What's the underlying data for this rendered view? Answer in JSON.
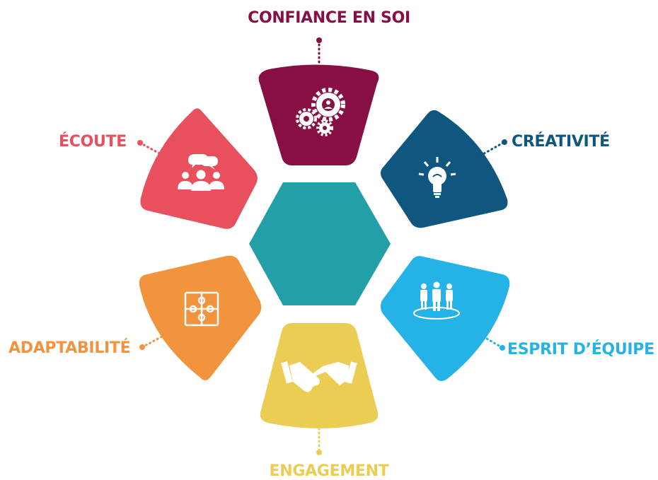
{
  "colors": {
    "confiance": "#870F44",
    "creativite": "#0F577F",
    "esprit": "#25B3E7",
    "engagement": "#ECCD53",
    "adaptabilite": "#F2933E",
    "ecoute": "#E9505D",
    "center": "#239FA8"
  },
  "items": [
    {
      "key": "confiance",
      "label": "CONFIANCE EN SOI",
      "icon": "gears-person-icon"
    },
    {
      "key": "creativite",
      "label": "CRÉATIVITÉ",
      "icon": "lightbulb-icon"
    },
    {
      "key": "esprit",
      "label": "ESPRIT D’ÉQUIPE",
      "icon": "team-icon"
    },
    {
      "key": "engagement",
      "label": "ENGAGEMENT",
      "icon": "handshake-icon"
    },
    {
      "key": "adaptabilite",
      "label": "ADAPTABILITÉ",
      "icon": "puzzle-icon"
    },
    {
      "key": "ecoute",
      "label": "ÉCOUTE",
      "icon": "chat-group-icon"
    }
  ]
}
